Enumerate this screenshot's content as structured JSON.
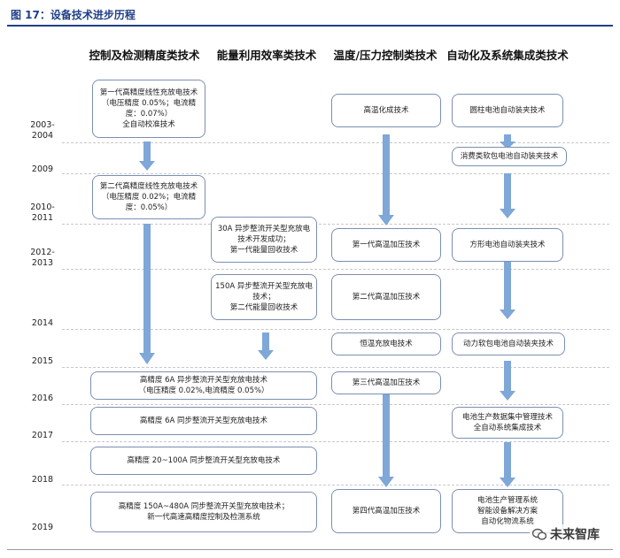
{
  "figure": {
    "title": "图 17：设备技术进步历程"
  },
  "columns": [
    "控制及检测精度类技术",
    "能量利用效率类技术",
    "温度/压力控制类技术",
    "自动化及系统集成类技术"
  ],
  "years": [
    "2003-\n2004",
    "2009",
    "2010-\n2011",
    "2012-\n2013",
    "2014",
    "2015",
    "2016",
    "2017",
    "2018",
    "2019"
  ],
  "boxes": {
    "c1_b1": "第一代高精度线性充放电技术（电压精度 0.05%；电流精度：0.07%）\n全自动校准技术",
    "c1_b2": "第二代高精度线性充放电技术（电压精度 0.02%；电流精度：0.05%）",
    "c1_b3": "高精度 6A 异步整流开关型充放电技术\n（电压精度 0.02%,电流精度 0.05%）",
    "c1_b4": "高精度 6A 同步整流开关型充放电技术",
    "c1_b5": "高精度 20~100A 同步整流开关型充放电技术",
    "c1_b6": "高精度 150A~480A 同步整流开关型充放电技术；\n新一代高速高精度控制及检测系统",
    "c2_b1": "30A 异步整流开关型充放电技术开发成功；\n第一代能量回收技术",
    "c2_b2": "150A 异步整流开关型充放电技术；\n第二代能量回收技术",
    "c3_b1": "高温化成技术",
    "c3_b2": "第一代高温加压技术",
    "c3_b3": "第二代高温加压技术",
    "c3_b4": "恒温充放电技术",
    "c3_b5": "第三代高温加压技术",
    "c3_b6": "第四代高温加压技术",
    "c4_b1": "圆柱电池自动装夹技术",
    "c4_b2": "消费类软包电池自动装夹技术",
    "c4_b3": "方形电池自动装夹技术",
    "c4_b4": "动力软包电池自动装夹技术",
    "c4_b5": "电池生产数据集中管理技术\n全自动系统集成技术",
    "c4_b6": "电池生产管理系统\n智能设备解决方案\n自动化物流系统"
  },
  "watermark": "未来智库",
  "colors": {
    "title": "#1f3f86",
    "box_border": "#7b8fb1",
    "arrow": "#7fa7d8"
  }
}
